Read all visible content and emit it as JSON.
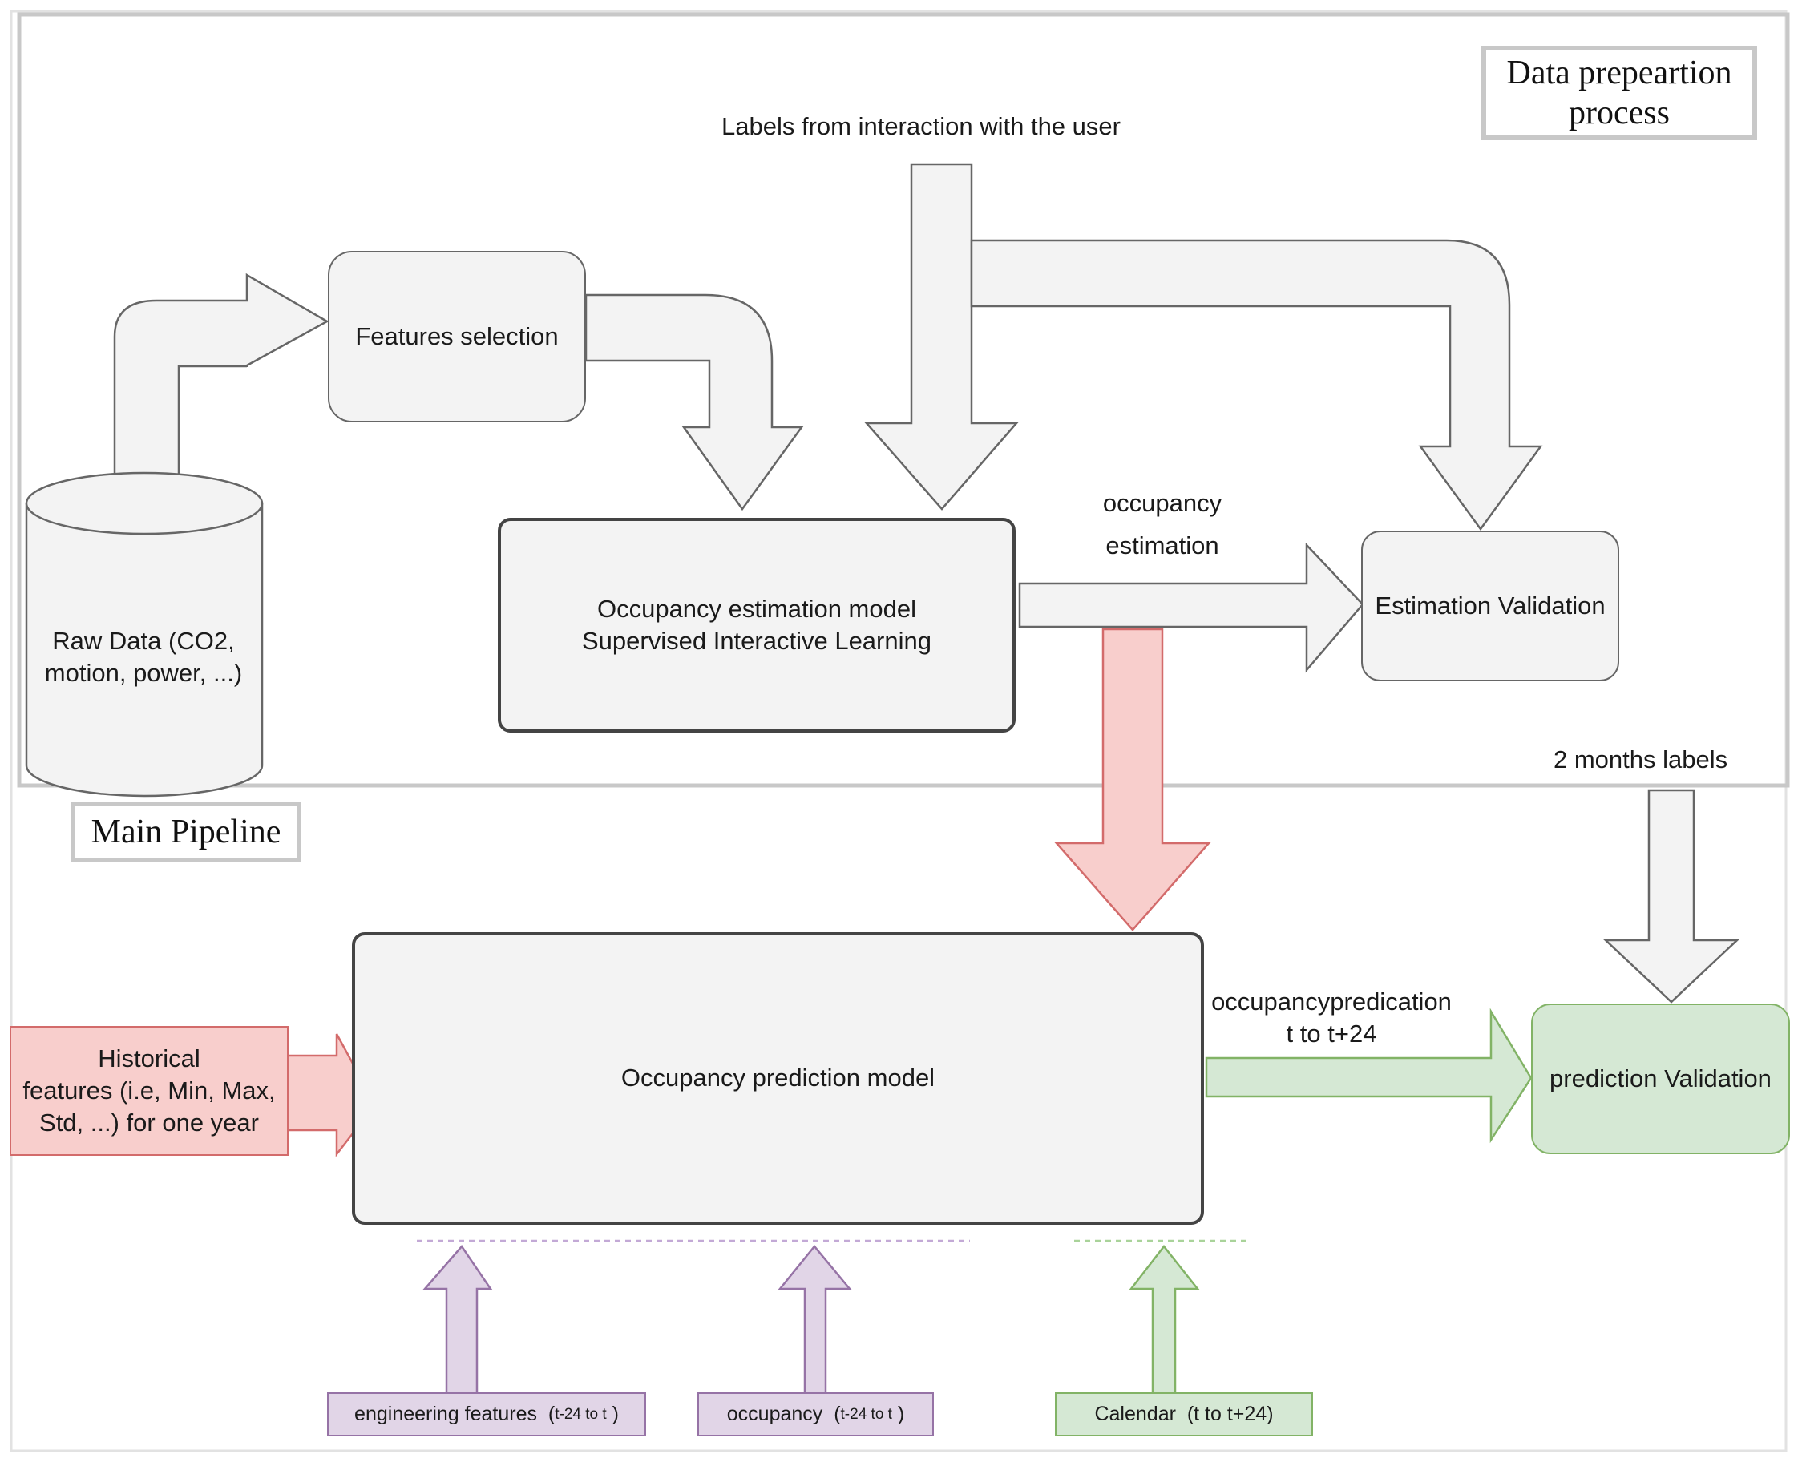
{
  "title_box": {
    "line1": "Data prepeartion",
    "line2": "process"
  },
  "main_pipeline_label": "Main Pipeline",
  "labels_from_user": "Labels  from interaction with the user",
  "features_selection": "Features selection",
  "raw_data": {
    "line1": "Raw Data (CO2,",
    "line2": "motion, power, ...)"
  },
  "estimation_model": {
    "line1": "Occupancy estimation model",
    "line2": "Supervised Interactive Learning"
  },
  "occupancy_estimation": {
    "line1": "occupancy",
    "line2": "estimation"
  },
  "estimation_validation": "Estimation Validation",
  "two_months_labels": "2 months labels",
  "prediction_model": "Occupancy prediction model",
  "historical_features": {
    "line1": "Historical",
    "line2": "features (i.e, Min, Max,",
    "line3": "Std, ...) for one year"
  },
  "occupancy_prediction": {
    "line1": "occupancypredication",
    "line2": "t to t+24"
  },
  "prediction_validation": "prediction Validation",
  "inputs": {
    "engineering": {
      "name": "engineering features",
      "open": "(",
      "range": "t-24 to t",
      "close": ")"
    },
    "occupancy": {
      "name": "occupancy",
      "open": "(",
      "range": "t-24 to t",
      "close": ")"
    },
    "calendar": {
      "name": "Calendar",
      "range": "(t to t+24)"
    }
  },
  "colors": {
    "gray_fill": "#f3f3f3",
    "gray_stroke": "#666666",
    "red_fill": "#f8cecc",
    "red_stroke": "#d36b6b",
    "green_fill": "#d5e8d4",
    "green_stroke": "#82b366",
    "purple_fill": "#e1d5e7",
    "purple_stroke": "#9673a6",
    "frame": "#c8c8c8"
  }
}
